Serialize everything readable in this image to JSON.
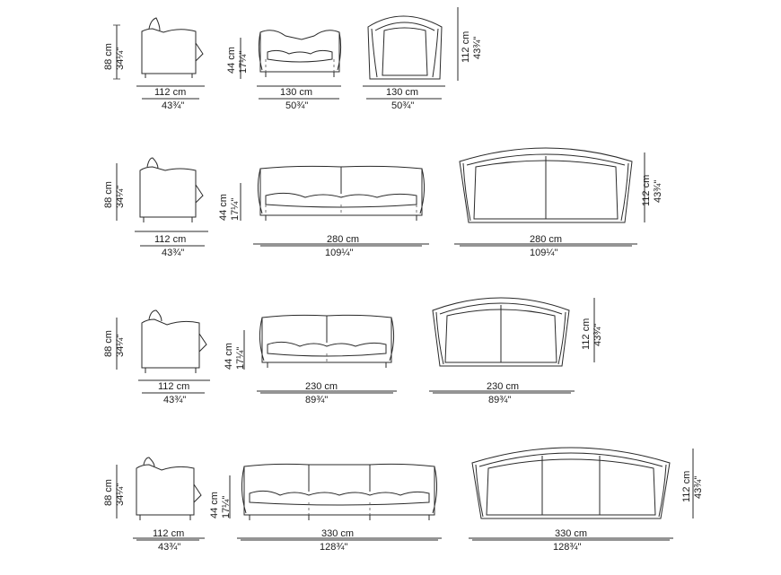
{
  "rows": [
    {
      "name": "armchair",
      "side": {
        "depth_cm": "112 cm",
        "depth_in": "43¾\"",
        "height_cm": "88 cm",
        "height_in": "34¼\""
      },
      "front": {
        "width_cm": "130 cm",
        "width_in": "50¾\"",
        "seat_cm": "44 cm",
        "seat_in": "17¼\""
      },
      "top": {
        "width_cm": "130 cm",
        "width_in": "50¾\"",
        "depth_cm": "112 cm",
        "depth_in": "43¾\""
      }
    },
    {
      "name": "sofa-280",
      "side": {
        "depth_cm": "112 cm",
        "depth_in": "43¾\"",
        "height_cm": "88 cm",
        "height_in": "34¼\""
      },
      "front": {
        "width_cm": "280 cm",
        "width_in": "109¼\"",
        "seat_cm": "44 cm",
        "seat_in": "17¼\""
      },
      "top": {
        "width_cm": "280 cm",
        "width_in": "109¼\"",
        "depth_cm": "112 cm",
        "depth_in": "43¾\""
      }
    },
    {
      "name": "sofa-230",
      "side": {
        "depth_cm": "112 cm",
        "depth_in": "43¾\"",
        "height_cm": "88 cm",
        "height_in": "34¼\""
      },
      "front": {
        "width_cm": "230 cm",
        "width_in": "89¾\"",
        "seat_cm": "44 cm",
        "seat_in": "17¼\""
      },
      "top": {
        "width_cm": "230 cm",
        "width_in": "89¾\"",
        "depth_cm": "112 cm",
        "depth_in": "43¾\""
      }
    },
    {
      "name": "sofa-330",
      "side": {
        "depth_cm": "112 cm",
        "depth_in": "43¾\"",
        "height_cm": "88 cm",
        "height_in": "34¼\""
      },
      "front": {
        "width_cm": "330 cm",
        "width_in": "128¾\"",
        "seat_cm": "44 cm",
        "seat_in": "17¼\""
      },
      "top": {
        "width_cm": "330 cm",
        "width_in": "128¾\"",
        "depth_cm": "112 cm",
        "depth_in": "43¾\""
      }
    }
  ]
}
